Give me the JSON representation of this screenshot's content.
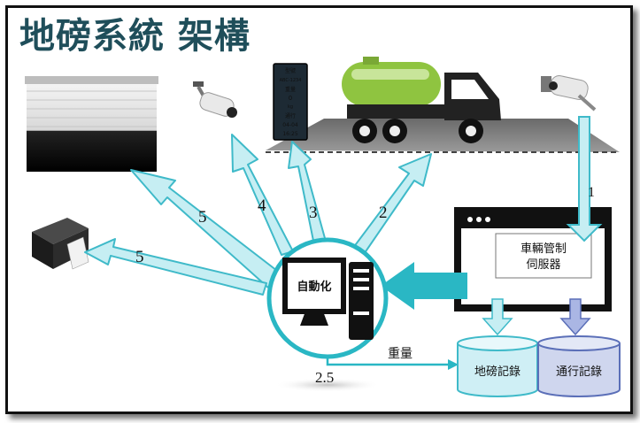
{
  "title": "地磅系統 架構",
  "automation_label": "自動化",
  "server_label_line1": "車輛管制",
  "server_label_line2": "伺服器",
  "weight_label": "重量",
  "db_weigh_label": "地磅記錄",
  "db_pass_label": "通行記錄",
  "arrow_labels": {
    "gate": "5",
    "camera": "4",
    "display": "3",
    "truck": "2",
    "printer": "5",
    "server": "1",
    "weight": "2.5"
  },
  "display_panel": [
    "型號",
    "ABC-1234",
    "重量",
    "0",
    "kg",
    "通行",
    "04-04",
    "16:25"
  ],
  "colors": {
    "arrow_fill": "#c6eef3",
    "arrow_stroke": "#3fbac9",
    "teal": "#2ab7c4",
    "truck_tank": "#8fc440",
    "db_weigh": "#cfeff5",
    "db_pass": "#cfd6ee",
    "title": "#1f4e5a"
  }
}
